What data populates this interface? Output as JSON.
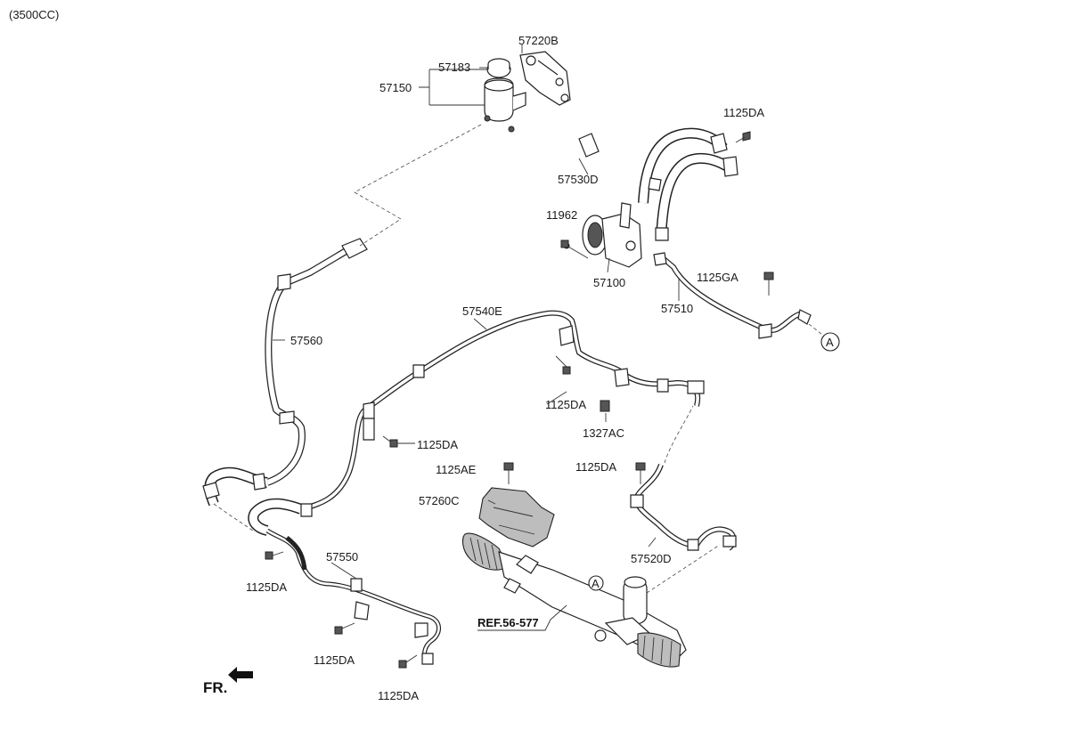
{
  "header": {
    "variant": "(3500CC)"
  },
  "labels": {
    "reservoir_bracket": "57220B",
    "reservoir_cap": "57183",
    "reservoir": "57150",
    "bolt_top_right": "1125DA",
    "suction_hose": "57530D",
    "bolt_pump": "11962",
    "pump": "57100",
    "bolt_pressure": "1125GA",
    "pressure_hose": "57510",
    "return_tube": "57540E",
    "cooler_line": "57560",
    "bolt_mid_a": "1125DA",
    "nut_mid": "1327AC",
    "bolt_mid_b": "1125DA",
    "bolt_heat_shield": "1125AE",
    "heat_shield": "57260C",
    "bolt_right_mid": "1125DA",
    "pressure_tube": "57520D",
    "cooler_tube": "57550",
    "bolt_left": "1125DA",
    "bolt_bottom_a": "1125DA",
    "bolt_bottom_b": "1125DA",
    "reference": "REF.56-577",
    "connector_a": "A",
    "connector_a_gear": "A",
    "front_indicator": "FR."
  },
  "icons": [
    "front-direction-arrow-icon",
    "connector-circle-icon"
  ]
}
